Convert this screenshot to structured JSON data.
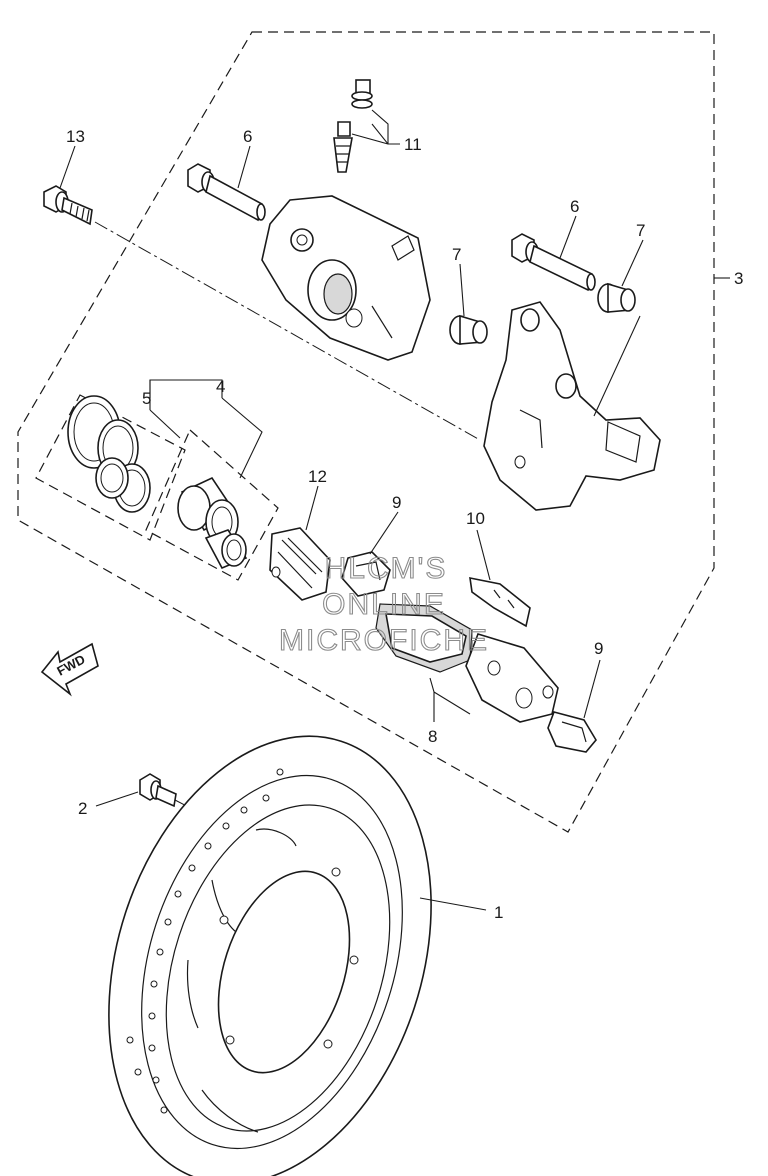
{
  "callouts": {
    "c1": "1",
    "c2": "2",
    "c3": "3",
    "c4": "4",
    "c5": "5",
    "c6a": "6",
    "c6b": "6",
    "c7a": "7",
    "c7b": "7",
    "c8": "8",
    "c9a": "9",
    "c9b": "9",
    "c10": "10",
    "c11": "11",
    "c12": "12",
    "c13": "13"
  },
  "direction_arrow": {
    "label": "FWD",
    "icon": "fwd-arrow-icon"
  },
  "watermark": {
    "line1": "HLCM'S",
    "line2": "ONLINE",
    "line3": "MICROFICHE"
  },
  "colors": {
    "line": "#1a1a1a",
    "watermark": "#8c8c8c",
    "background": "#ffffff"
  }
}
